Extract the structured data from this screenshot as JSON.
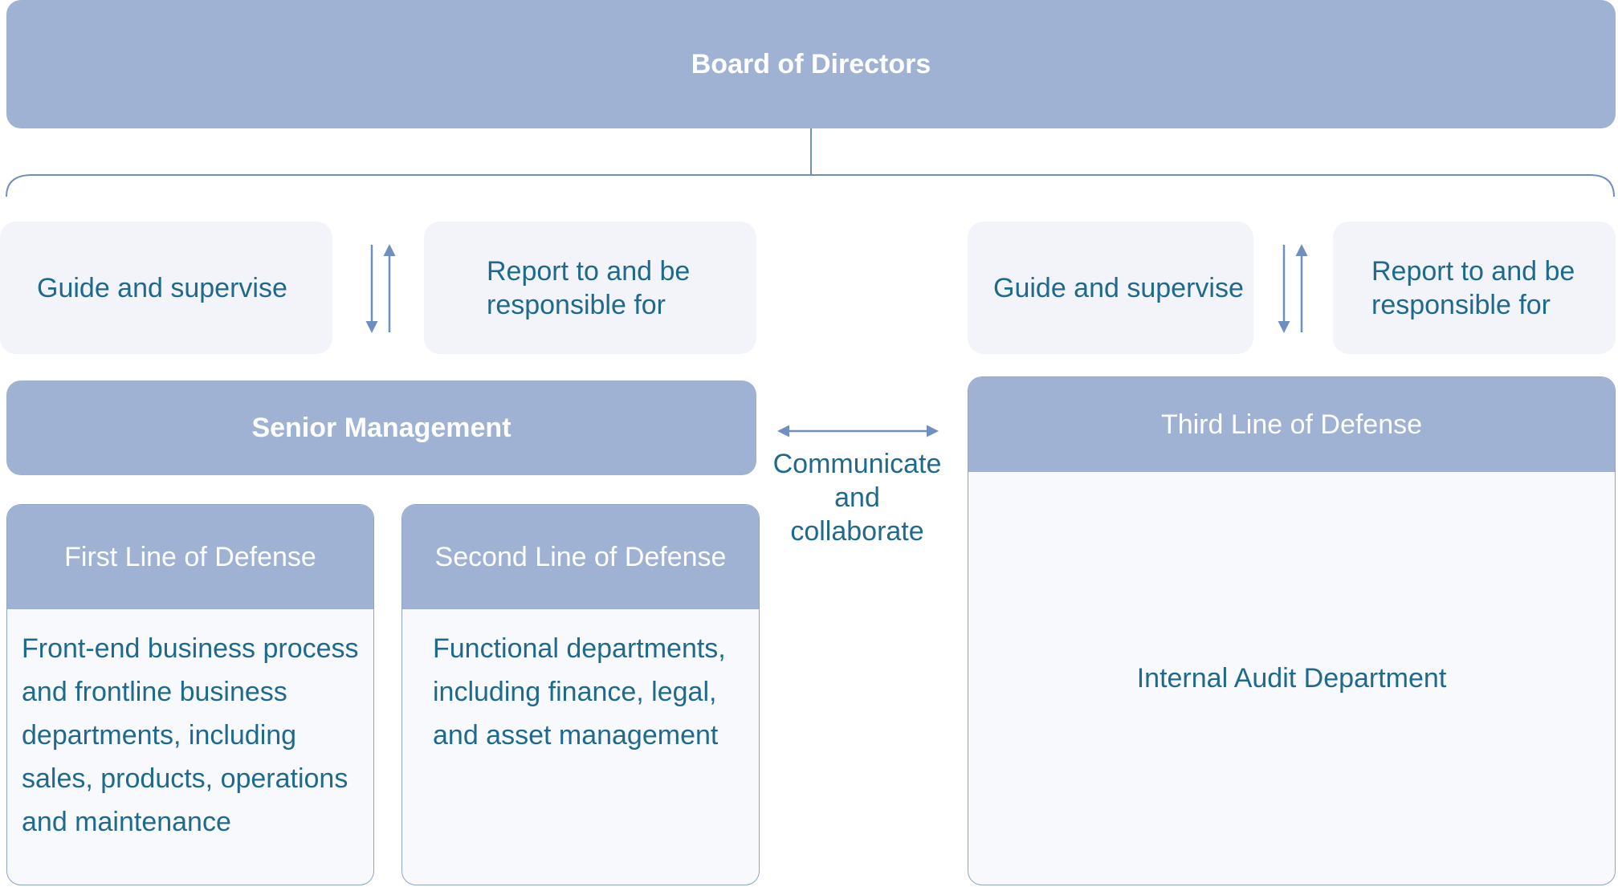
{
  "board": {
    "title": "Board of Directors"
  },
  "left_pair": {
    "guide": "Guide and supervise",
    "report": "Report to and be responsible for"
  },
  "right_pair": {
    "guide": "Guide and supervise",
    "report": "Report to and be responsible for"
  },
  "senior_management": {
    "title": "Senior Management"
  },
  "communicate": {
    "label": "Communicate and collaborate"
  },
  "first_line": {
    "title": "First Line of Defense",
    "body": "Front-end business process and frontline business departments, including sales, products, operations and maintenance"
  },
  "second_line": {
    "title": "Second Line of Defense",
    "body": "Functional departments, including finance, legal, and asset management"
  },
  "third_line": {
    "title": "Third Line of Defense",
    "body": "Internal Audit Department"
  },
  "colors": {
    "header_fill": "#9fb2d4",
    "soft_fill": "#f2f4f9",
    "text_teal": "#1f6a8c",
    "connector": "#6f8fbf"
  }
}
